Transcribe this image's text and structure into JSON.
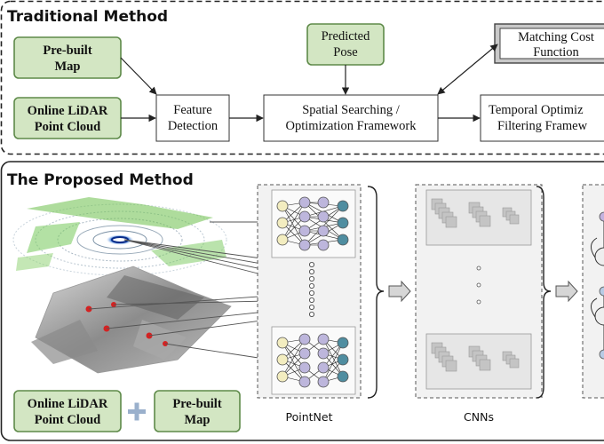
{
  "traditional": {
    "title": "Traditional Method",
    "prebuilt_map": [
      "Pre-built",
      "Map"
    ],
    "online_lidar": [
      "Online LiDAR",
      "Point Cloud"
    ],
    "feature_detection": [
      "Feature",
      "Detection"
    ],
    "predicted_pose": [
      "Predicted",
      "Pose"
    ],
    "spatial_search": [
      "Spatial Searching /",
      "Optimization Framework"
    ],
    "matching_cost": [
      "Matching Cost",
      "Function"
    ],
    "temporal": [
      "Temporal Optimiz",
      "Filtering Framew"
    ]
  },
  "proposed": {
    "title": "The Proposed Method",
    "online_lidar": [
      "Online LiDAR",
      "Point Cloud"
    ],
    "plus": "+",
    "prebuilt_map": [
      "Pre-built",
      "Map"
    ],
    "pointnet_label": "PointNet",
    "cnns_label": "CNNs"
  },
  "colors": {
    "green_fill": "#d3e6c3",
    "green_stroke": "#5e8a49",
    "plus": "#9ab0cc",
    "node_yellow": "#f3edc0",
    "node_purple": "#bdb6dc",
    "node_teal": "#4f8da0",
    "node_blue": "#b7cbe5",
    "node_lilac": "#c3b2df"
  }
}
